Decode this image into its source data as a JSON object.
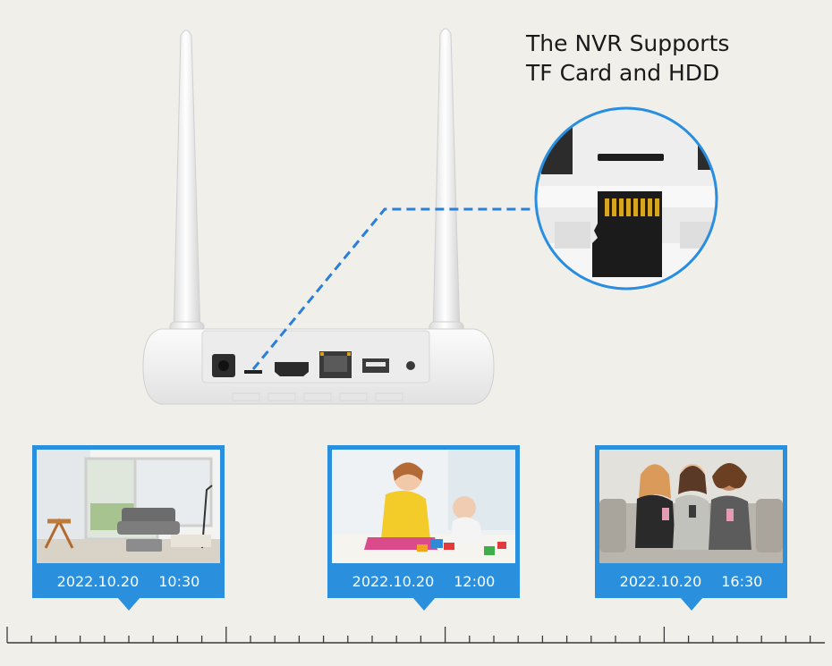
{
  "headline": {
    "line1": "The NVR Supports",
    "line2": "TF Card and HDD"
  },
  "colors": {
    "background": "#f1efea",
    "accent": "#2a90dd",
    "dashed_connector": "#2a7fd8",
    "device_body": "#f4f4f4"
  },
  "device": {
    "ports": [
      "power-dc-port",
      "tf-card-slot",
      "hdmi-port",
      "ethernet-port",
      "usb-port",
      "reset-hole"
    ],
    "zoom_callout_icon": "micro-sd-card-icon"
  },
  "recordings": [
    {
      "date": "2022.10.20",
      "time": "10:30",
      "scene": "living-room"
    },
    {
      "date": "2022.10.20",
      "time": "12:00",
      "scene": "children-playing"
    },
    {
      "date": "2022.10.20",
      "time": "16:30",
      "scene": "friends-on-sofa"
    }
  ]
}
